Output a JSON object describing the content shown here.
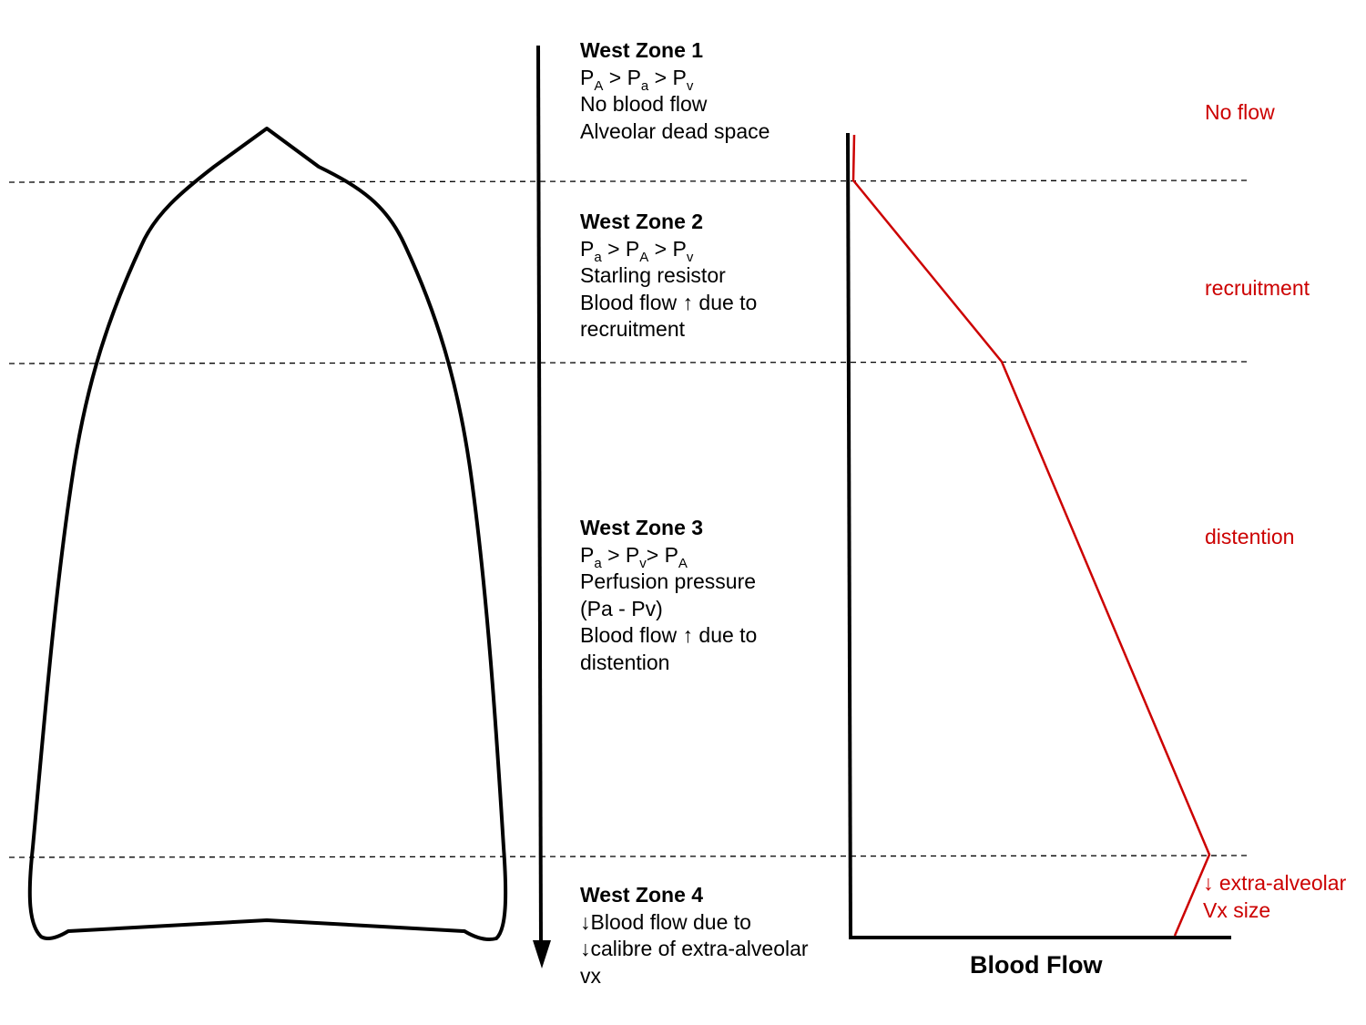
{
  "zones": [
    {
      "title": "West Zone 1",
      "inequality": [
        {
          "main": "P",
          "sub": "A"
        },
        {
          "main": " > P",
          "sub": "a"
        },
        {
          "main": " > P",
          "sub": "v"
        }
      ],
      "lines": [
        "No blood flow",
        "Alveolar dead space"
      ]
    },
    {
      "title": "West Zone 2",
      "inequality": [
        {
          "main": "P",
          "sub": "a"
        },
        {
          "main": " > P",
          "sub": "A"
        },
        {
          "main": " > P",
          "sub": "v"
        }
      ],
      "lines": [
        "Starling resistor",
        "Blood flow ↑ due to",
        "recruitment"
      ]
    },
    {
      "title": "West Zone 3",
      "inequality": [
        {
          "main": "P",
          "sub": "a"
        },
        {
          "main": " > P",
          "sub": "v"
        },
        {
          "main": "> P",
          "sub": "A"
        }
      ],
      "lines": [
        "Perfusion pressure",
        "(Pa - Pv)",
        "Blood flow ↑ due to",
        "distention"
      ]
    },
    {
      "title": "West Zone 4",
      "lines": [
        "↓Blood flow due to",
        "↓calibre of extra-alveolar",
        "vx"
      ]
    }
  ],
  "flow_labels": {
    "no_flow": "No flow",
    "recruitment": "recruitment",
    "distention": "distention",
    "extra_alveolar_1": "↓ extra-alveolar",
    "extra_alveolar_2": "Vx size"
  },
  "axis": {
    "x_label": "Blood Flow"
  },
  "colors": {
    "flow_curve": "#cc0000",
    "lines": "#000000"
  }
}
